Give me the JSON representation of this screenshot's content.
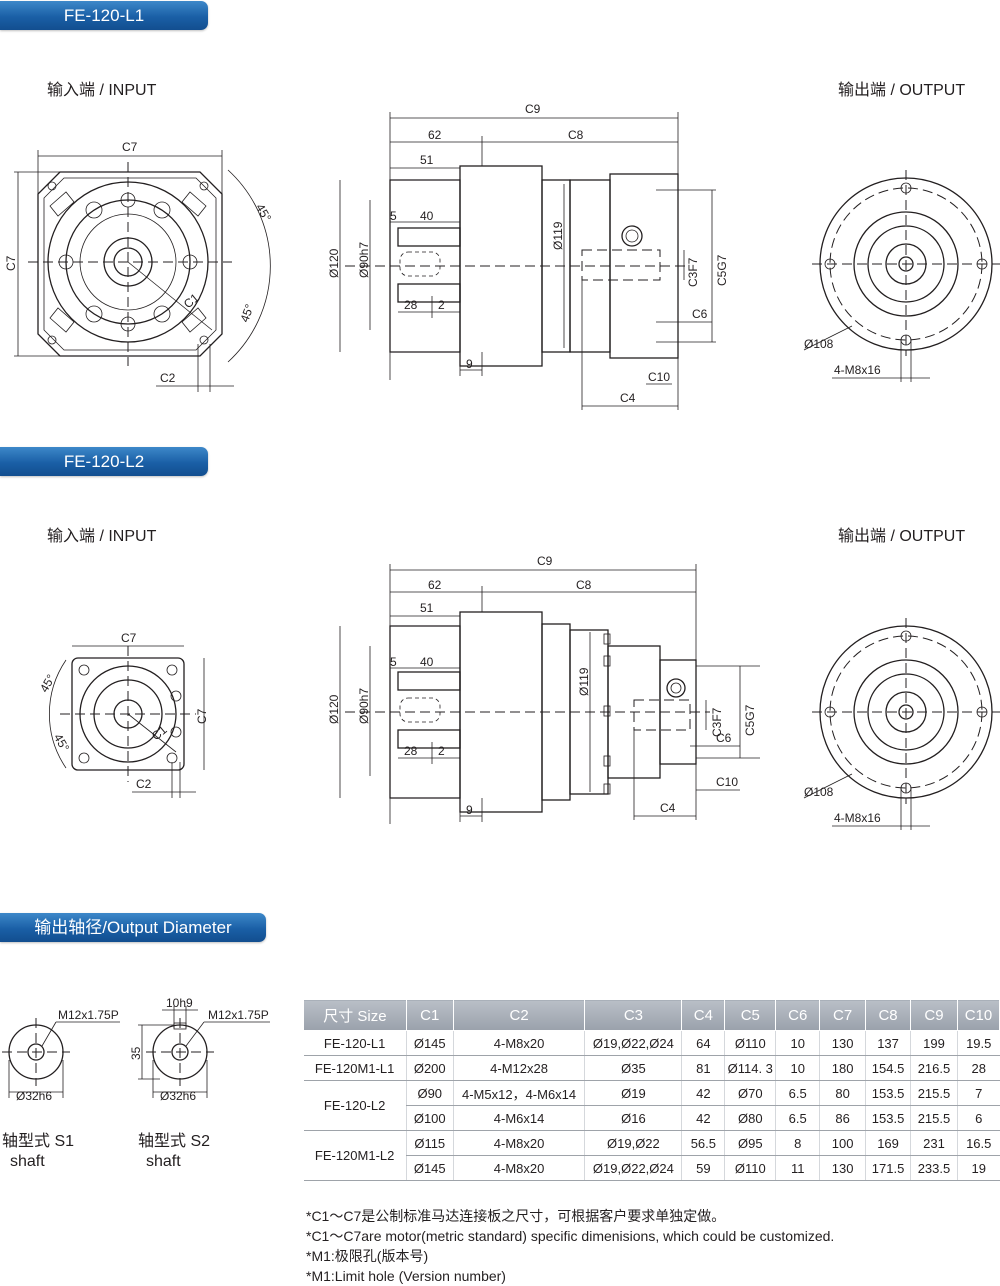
{
  "sections": {
    "l1_title": "FE-120-L1",
    "l2_title": "FE-120-L2",
    "output_title": "输出轴径/Output Diameter"
  },
  "labels": {
    "input": "输入端 / INPUT",
    "output": "输出端 / OUTPUT"
  },
  "drawing_l1": {
    "c7_top": "C7",
    "c7_side": "C7",
    "angle_a": "45°",
    "angle_b": "45°",
    "c1": "C1",
    "c2": "C2",
    "c9": "C9",
    "d62": "62",
    "c8": "C8",
    "d51": "51",
    "d5": "5",
    "d40": "40",
    "d28": "28",
    "d2": "2",
    "d9": "9",
    "phi120": "Ø120",
    "phi90": "Ø90h7",
    "phi119": "Ø119",
    "c3": "C3F7",
    "c5": "C5G7",
    "c6": "C6",
    "c10": "C10",
    "c4": "C4",
    "pcd": "Ø108",
    "holes": "4-M8x16"
  },
  "drawing_l2": {
    "c7_top": "C7",
    "c7_side": "C7",
    "angle_a": "45°",
    "angle_b": "45°",
    "c1": "C1",
    "c2": "C2",
    "c9": "C9",
    "d62": "62",
    "c8": "C8",
    "d51": "51",
    "d5": "5",
    "d40": "40",
    "d28": "28",
    "d2": "2",
    "d9": "9",
    "phi120": "Ø120",
    "phi90": "Ø90h7",
    "phi119": "Ø119",
    "c3": "C3F7",
    "c5": "C5G7",
    "c6": "C6",
    "c10": "C10",
    "c4": "C4",
    "pcd": "Ø108",
    "holes": "4-M8x16"
  },
  "shafts": {
    "s1_thread": "M12x1.75P",
    "s1_diam": "Ø32h6",
    "s1_name": "轴型式 S1",
    "s1_sub": "shaft",
    "s2_key": "10h9",
    "s2_thread": "M12x1.75P",
    "s2_height": "35",
    "s2_diam": "Ø32h6",
    "s2_name": "轴型式 S2",
    "s2_sub": "shaft"
  },
  "table": {
    "headers": [
      "尺寸 Size",
      "C1",
      "C2",
      "C3",
      "C4",
      "C5",
      "C6",
      "C7",
      "C8",
      "C9",
      "C10"
    ],
    "rows": [
      {
        "model": "FE-120-L1",
        "cells": [
          "Ø145",
          "4-M8x20",
          "Ø19,Ø22,Ø24",
          "64",
          "Ø110",
          "10",
          "130",
          "137",
          "199",
          "19.5"
        ]
      },
      {
        "model": "FE-120M1-L1",
        "cells": [
          "Ø200",
          "4-M12x28",
          "Ø35",
          "81",
          "Ø114. 3",
          "10",
          "180",
          "154.5",
          "216.5",
          "28"
        ]
      },
      {
        "model": "FE-120-L2",
        "cells": [
          "Ø90",
          "4-M5x12，4-M6x14",
          "Ø19",
          "42",
          "Ø70",
          "6.5",
          "80",
          "153.5",
          "215.5",
          "7"
        ]
      },
      {
        "model": "",
        "cells": [
          "Ø100",
          "4-M6x14",
          "Ø16",
          "42",
          "Ø80",
          "6.5",
          "86",
          "153.5",
          "215.5",
          "6"
        ]
      },
      {
        "model": "FE-120M1-L2",
        "cells": [
          "Ø115",
          "4-M8x20",
          "Ø19,Ø22",
          "56.5",
          "Ø95",
          "8",
          "100",
          "169",
          "231",
          "16.5"
        ]
      },
      {
        "model": "",
        "cells": [
          "Ø145",
          "4-M8x20",
          "Ø19,Ø22,Ø24",
          "59",
          "Ø110",
          "11",
          "130",
          "171.5",
          "233.5",
          "19"
        ]
      }
    ]
  },
  "notes": {
    "n1": "*C1～C7是公制标准马达连接板之尺寸，可根据客户要求单独定做。",
    "n2": "*C1～C7are motor(metric standard) specific dimenisions, which could be customized.",
    "n3": "*M1:极限孔(版本号)",
    "n4": "*M1:Limit hole (Version number)"
  }
}
